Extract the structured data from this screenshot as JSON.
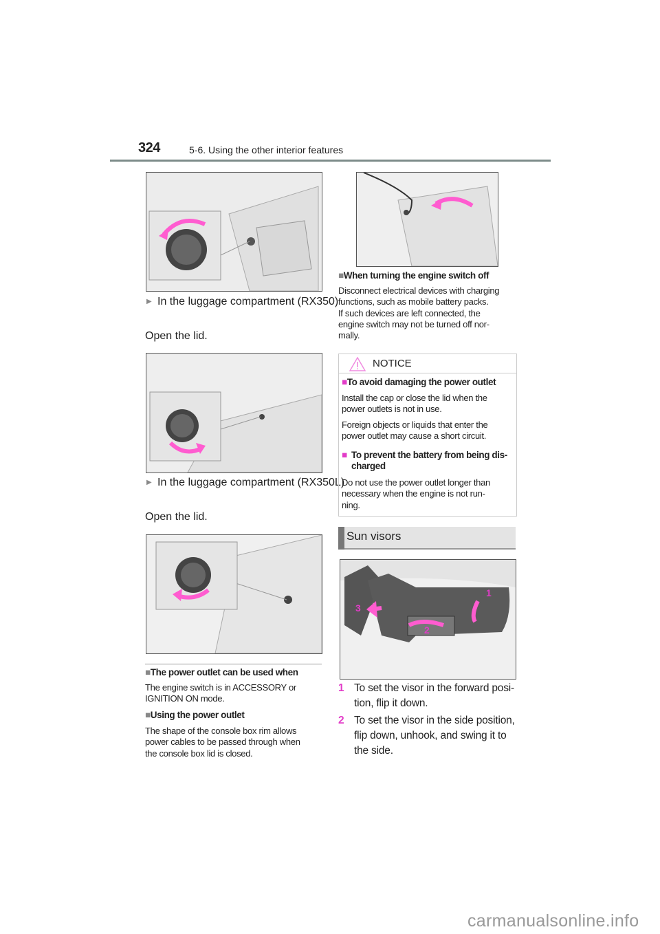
{
  "header": {
    "page_number": "324",
    "section_title": "5-6. Using the other interior features"
  },
  "left": {
    "rx350": {
      "bullet": "In the luggage compartment\n(RX350)",
      "instruction": "Open the lid."
    },
    "rx350l": {
      "bullet": "In the luggage compartment\n(RX350L)",
      "instruction": "Open the lid."
    },
    "can_use": {
      "heading": "The power outlet can be used when",
      "text": "The engine switch is in ACCESSORY or\nIGNITION ON mode."
    },
    "using": {
      "heading": "Using the power outlet",
      "text": "The shape of the console box rim allows\npower cables to be passed through when\nthe console box lid is closed."
    }
  },
  "right": {
    "engine_off": {
      "heading": "When turning the engine switch off",
      "text": "Disconnect electrical devices with charging\nfunctions, such as mobile battery packs.\nIf such devices are left connected, the\nengine switch may not be turned off nor-\nmally."
    },
    "notice": {
      "title": "NOTICE",
      "sections": [
        {
          "heading": "To avoid damaging the power outlet",
          "paragraphs": [
            "Install the cap or close the lid when the\npower outlets is not in use.",
            "Foreign objects or liquids that enter the\npower outlet may cause a short circuit."
          ]
        },
        {
          "heading": "To prevent the battery from being dis-\ncharged",
          "paragraphs": [
            "Do not use the power outlet longer than\nnecessary when the engine is not run-\nning."
          ]
        }
      ]
    },
    "sun_visors": {
      "title": "Sun visors",
      "callouts": [
        "1",
        "2",
        "3"
      ],
      "steps": [
        {
          "num": "1",
          "text": "To set the visor in the forward posi-\ntion, flip it down."
        },
        {
          "num": "2",
          "text": "To set the visor in the side position,\nflip down, unhook, and swing it to\nthe side."
        }
      ]
    }
  },
  "watermark": "carmanualsonline.info",
  "colors": {
    "accent": "#e23cc8",
    "arrow": "#ff5cd0",
    "rule": "#7d8c8a"
  }
}
